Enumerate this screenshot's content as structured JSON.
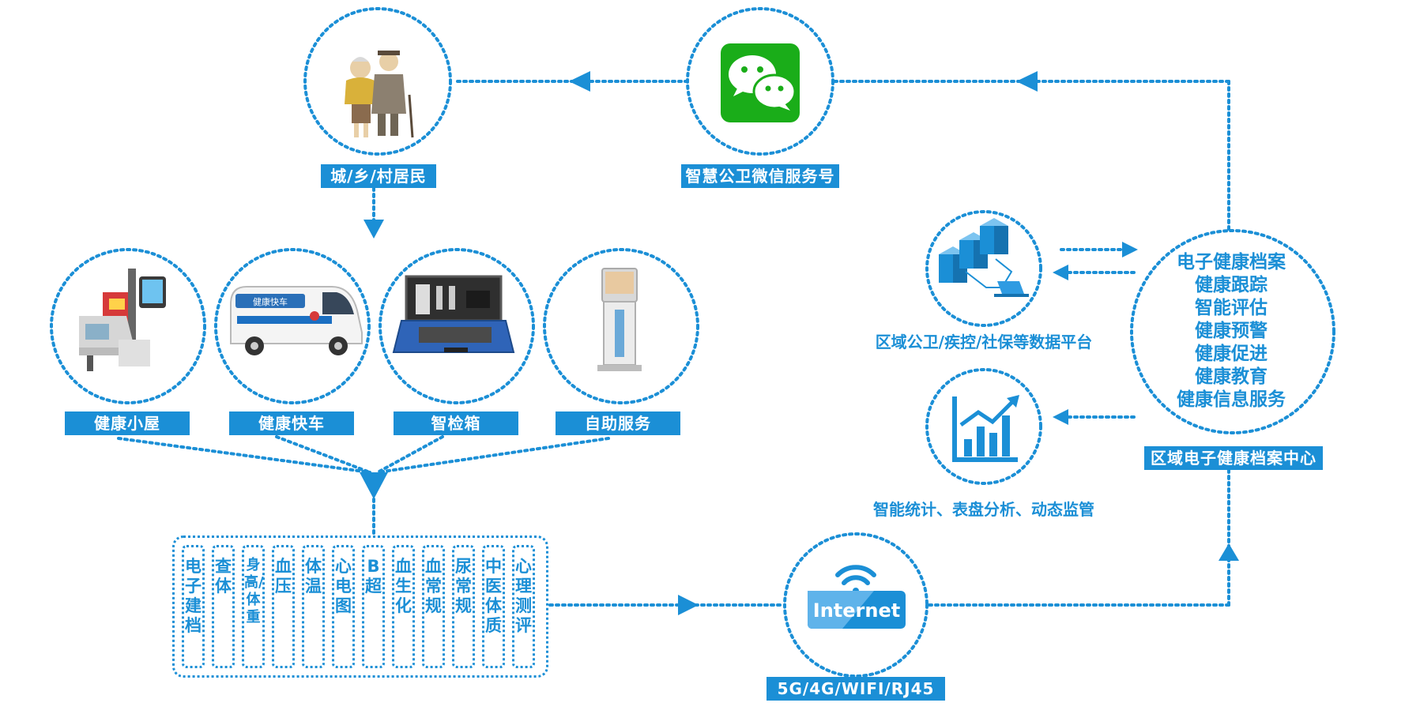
{
  "colors": {
    "accent": "#1b8fd6",
    "wechat_green": "#1aad19",
    "background": "#ffffff"
  },
  "nodes": {
    "residents": {
      "label": "城/乡/村居民",
      "icon": "elderly-couple-icon"
    },
    "wechat": {
      "label": "智慧公卫微信服务号",
      "icon": "wechat-icon"
    },
    "health_hut": {
      "label": "健康小屋",
      "icon": "health-kiosk-icon"
    },
    "health_van": {
      "label": "健康快车",
      "icon": "ambulance-van-icon",
      "van_text": "健康快车"
    },
    "check_box": {
      "label": "智检箱",
      "icon": "medical-case-icon"
    },
    "self_service": {
      "label": "自助服务",
      "icon": "self-service-terminal-icon"
    },
    "data_platform": {
      "label": "区域公卫/疾控/社保等数据平台",
      "icon": "servers-icon"
    },
    "stats": {
      "label": "智能统计、表盘分析、动态监管",
      "icon": "bar-chart-icon"
    },
    "internet": {
      "label": "5G/4G/WIFI/RJ45",
      "icon": "wifi-icon",
      "badge": "Internet"
    },
    "record_center": {
      "label": "区域电子健康档案中心",
      "services": [
        "电子健康档案",
        "健康跟踪",
        "智能评估",
        "健康预警",
        "健康促进",
        "健康教育",
        "健康信息服务"
      ]
    }
  },
  "tests": [
    "电子建档",
    "查体",
    "身高/体重",
    "血压",
    "体温",
    "心电图",
    "B超",
    "血生化",
    "血常规",
    "尿常规",
    "中医体质",
    "心理测评"
  ]
}
